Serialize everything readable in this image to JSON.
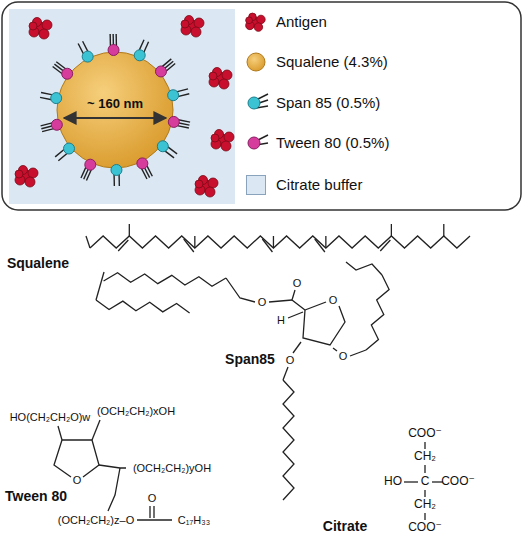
{
  "diagram": {
    "labels": [
      "~ 160 nm",
      "Squalene",
      "Span85",
      "Tween 80",
      "Citrate",
      "O",
      "H",
      "O",
      "O",
      "O",
      "O",
      "HO(CH₂CH₂O)w",
      "(OCH₂CH₂)xOH",
      "(OCH₂CH₂)yOH",
      "O",
      "(OCH₂CH₂)z–O",
      "O",
      "C₁₇H₃₃",
      "COO⁻",
      "CH₂",
      "HO",
      "C",
      "COO⁻",
      "CH₂",
      "COO⁻"
    ],
    "legend": [
      {
        "text": "Antigen"
      },
      {
        "text": "Squalene (4.3%)"
      },
      {
        "text": "Span 85 (0.5%)"
      },
      {
        "text": "Tween 80 (0.5%)"
      },
      {
        "text": "Citrate buffer",
        "color": "#dbe8f4"
      }
    ]
  }
}
